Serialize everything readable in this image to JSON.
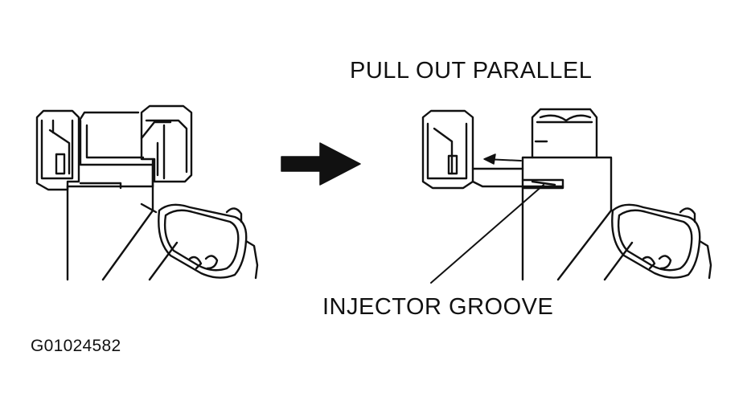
{
  "labels": {
    "pull_out": "PULL OUT PARALLEL",
    "injector_groove": "INJECTOR GROOVE",
    "figure_code": "G01024582"
  },
  "colors": {
    "ink": "#111111",
    "background": "#ffffff"
  },
  "icons": {
    "transition_arrow": "right-arrow-icon",
    "direction_arrow": "left-arrow-icon"
  }
}
